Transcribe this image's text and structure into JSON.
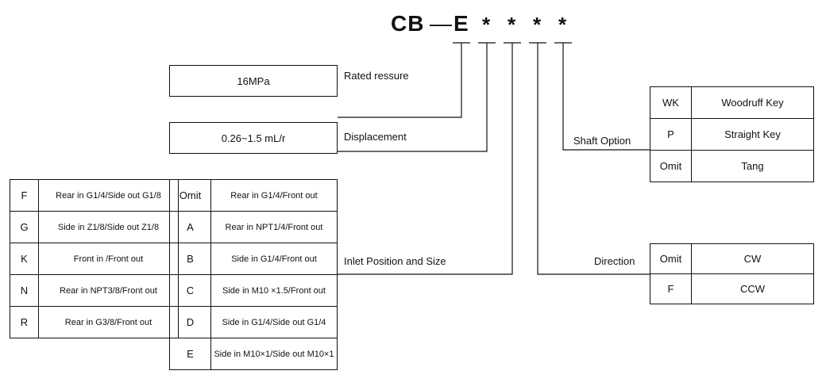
{
  "model": {
    "prefix": "CB",
    "dash": "—",
    "series": "E",
    "wildcards": [
      "*",
      "*",
      "*",
      "*"
    ]
  },
  "rated_pressure": {
    "value": "16MPa",
    "label": "Rated  ressure"
  },
  "displacement": {
    "value": "0.26~1.5 mL/r",
    "label": "Displacement"
  },
  "inlet": {
    "label": "Inlet Position and Size",
    "left_table": [
      {
        "code": "F",
        "desc": "Rear in G1/4/Side out G1/8"
      },
      {
        "code": "G",
        "desc": "Side in Z1/8/Side out Z1/8"
      },
      {
        "code": "K",
        "desc": "Front in /Front out"
      },
      {
        "code": "N",
        "desc": "Rear in NPT3/8/Front out"
      },
      {
        "code": "R",
        "desc": "Rear in G3/8/Front out"
      }
    ],
    "right_table": [
      {
        "code": "Omit",
        "desc": "Rear in G1/4/Front out"
      },
      {
        "code": "A",
        "desc": "Rear in NPT1/4/Front out"
      },
      {
        "code": "B",
        "desc": "Side in G1/4/Front out"
      },
      {
        "code": "C",
        "desc": "Side in M10 ×1.5/Front out"
      },
      {
        "code": "D",
        "desc": "Side in G1/4/Side out G1/4"
      },
      {
        "code": "E",
        "desc": "Side in M10×1/Side out M10×1"
      }
    ]
  },
  "shaft": {
    "label": "Shaft Option",
    "options": [
      {
        "code": "WK",
        "desc": "Woodruff Key"
      },
      {
        "code": "P",
        "desc": "Straight Key"
      },
      {
        "code": "Omit",
        "desc": "Tang"
      }
    ]
  },
  "direction": {
    "label": "Direction",
    "options": [
      {
        "code": "Omit",
        "desc": "CW"
      },
      {
        "code": "F",
        "desc": "CCW"
      }
    ]
  }
}
